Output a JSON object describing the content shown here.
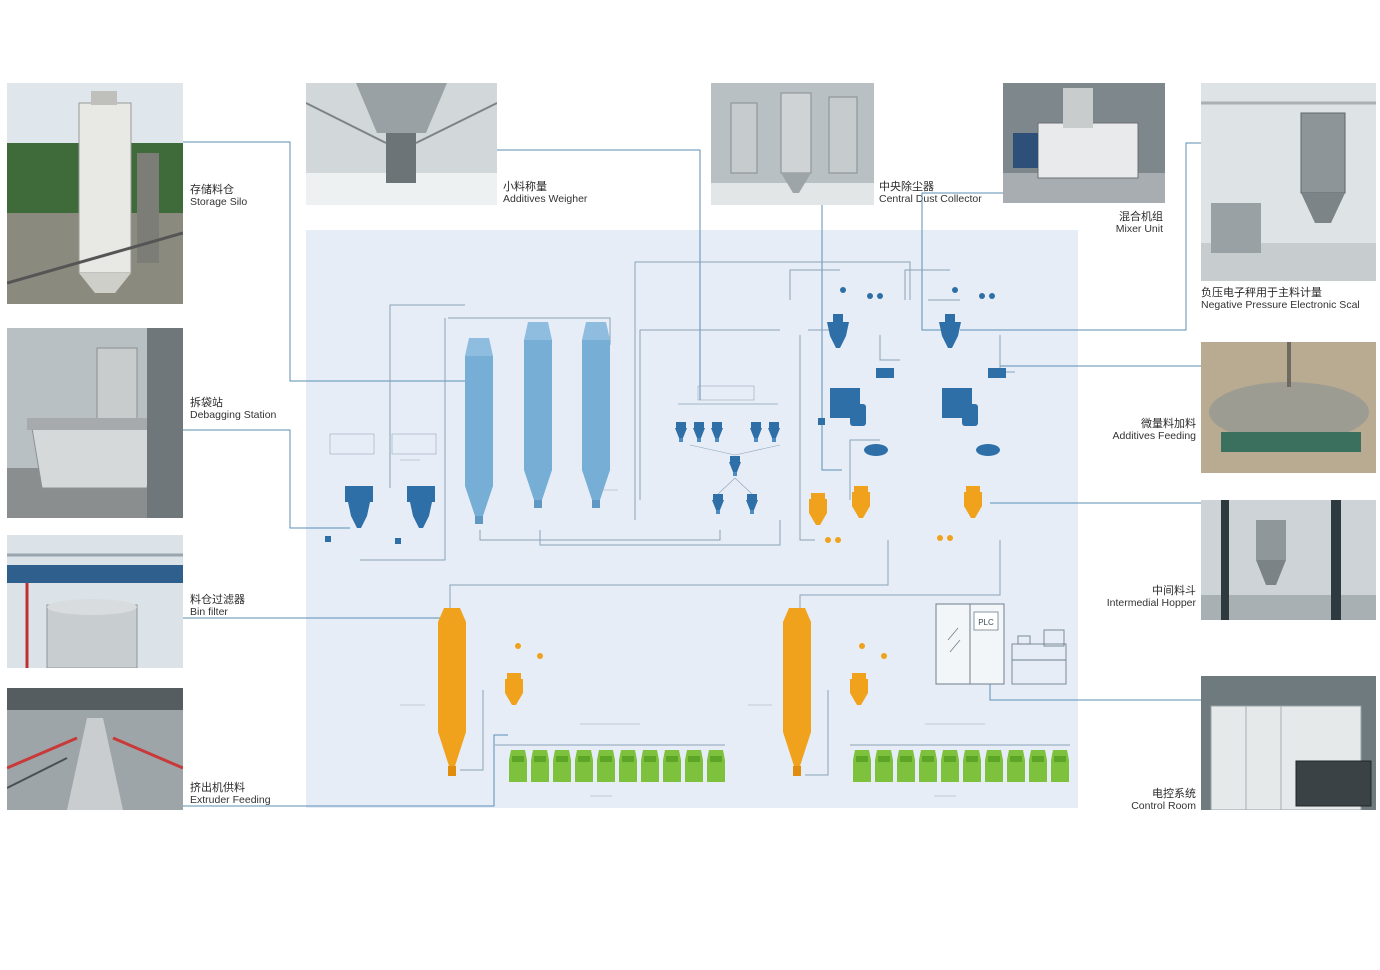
{
  "labels": {
    "storage_silo": {
      "zh": "存储料仓",
      "en": "Storage Silo"
    },
    "additives_weigher": {
      "zh": "小料称量",
      "en": "Additives Weigher"
    },
    "central_dust_collector": {
      "zh": "中央除尘器",
      "en": "Central Dust Collector"
    },
    "mixer_unit": {
      "zh": "混合机组",
      "en": "Mixer Unit"
    },
    "negative_pressure_scale": {
      "zh": "负压电子秤用于主料计量",
      "en": "Negative Pressure Electronic Scal"
    },
    "debagging_station": {
      "zh": "拆袋站",
      "en": "Debagging Station"
    },
    "additives_feeding": {
      "zh": "微量料加料",
      "en": "Additives Feeding"
    },
    "bin_filter": {
      "zh": "料仓过滤器",
      "en": "Bin filter"
    },
    "intermedial_hopper": {
      "zh": "中间料斗",
      "en": "Intermedial Hopper"
    },
    "extruder_feeding": {
      "zh": "挤出机供料",
      "en": "Extruder Feeding"
    },
    "control_room": {
      "zh": "电控系统",
      "en": "Control Room"
    }
  },
  "diagram": {
    "plc_label": "PLC"
  },
  "colors": {
    "panel": "#e6edf7",
    "blue_equipment": "#76aed6",
    "dark_blue_equipment": "#2f6fa8",
    "orange_equipment": "#f0a21c",
    "green_equipment": "#7ec13d",
    "connector_line": "#5b8fb3"
  }
}
